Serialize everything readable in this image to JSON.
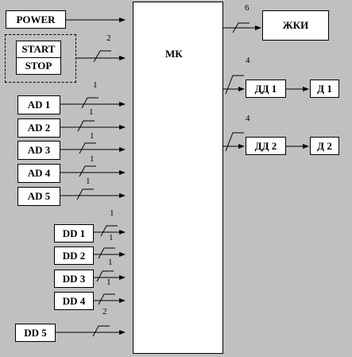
{
  "mcu": {
    "label": "МК"
  },
  "inputs": {
    "power": "POWER",
    "start": "START",
    "stop": "STOP",
    "analog": [
      "AD 1",
      "AD 2",
      "AD 3",
      "AD 4",
      "AD 5"
    ],
    "digital": [
      "DD 1",
      "DD 2",
      "DD 3",
      "DD 4",
      "DD 5"
    ]
  },
  "outputs": {
    "lcd": "ЖКИ",
    "drivers": [
      "ДД 1",
      "ДД 2"
    ],
    "motors": [
      "Д 1",
      "Д 2"
    ]
  },
  "bus_widths": {
    "start_stop": "2",
    "lcd": "6",
    "driver1": "4",
    "driver2": "4",
    "analog": [
      "1",
      "1",
      "1",
      "1",
      "1"
    ],
    "digital": [
      "1",
      "1",
      "1",
      "1",
      "2"
    ]
  }
}
